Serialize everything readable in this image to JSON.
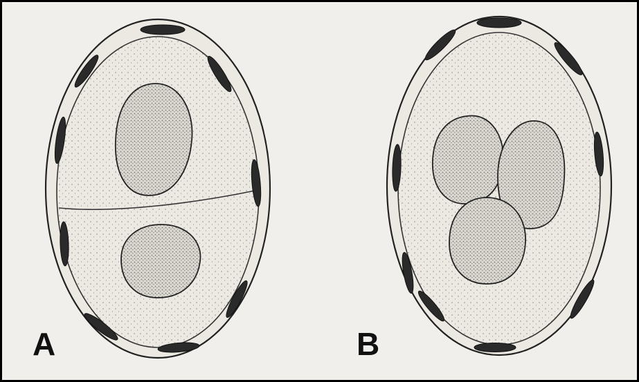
{
  "panels": [
    {
      "label": "A",
      "nuclei_count": 2
    },
    {
      "label": "B",
      "nuclei_count": 3
    }
  ],
  "colors": {
    "background": "#f0efeb",
    "ink": "#1a1a1a",
    "nucleus_fill": "#d9d6cf",
    "frame": "#000000"
  }
}
